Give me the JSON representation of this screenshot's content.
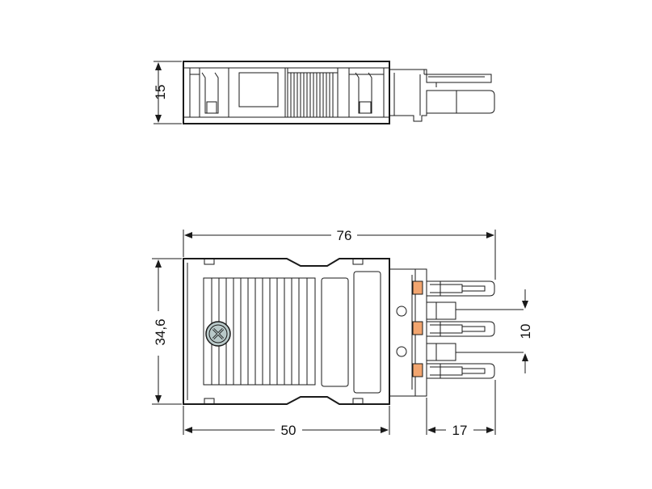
{
  "dimensions": {
    "height_top_view": "15",
    "overall_length": "76",
    "body_height": "34,6",
    "body_length": "50",
    "pin_length": "17",
    "pin_pitch": "10"
  },
  "colors": {
    "line": "#1a1a1a",
    "pin_contact": "#f2a56f",
    "screw": "#b9c9c9"
  }
}
